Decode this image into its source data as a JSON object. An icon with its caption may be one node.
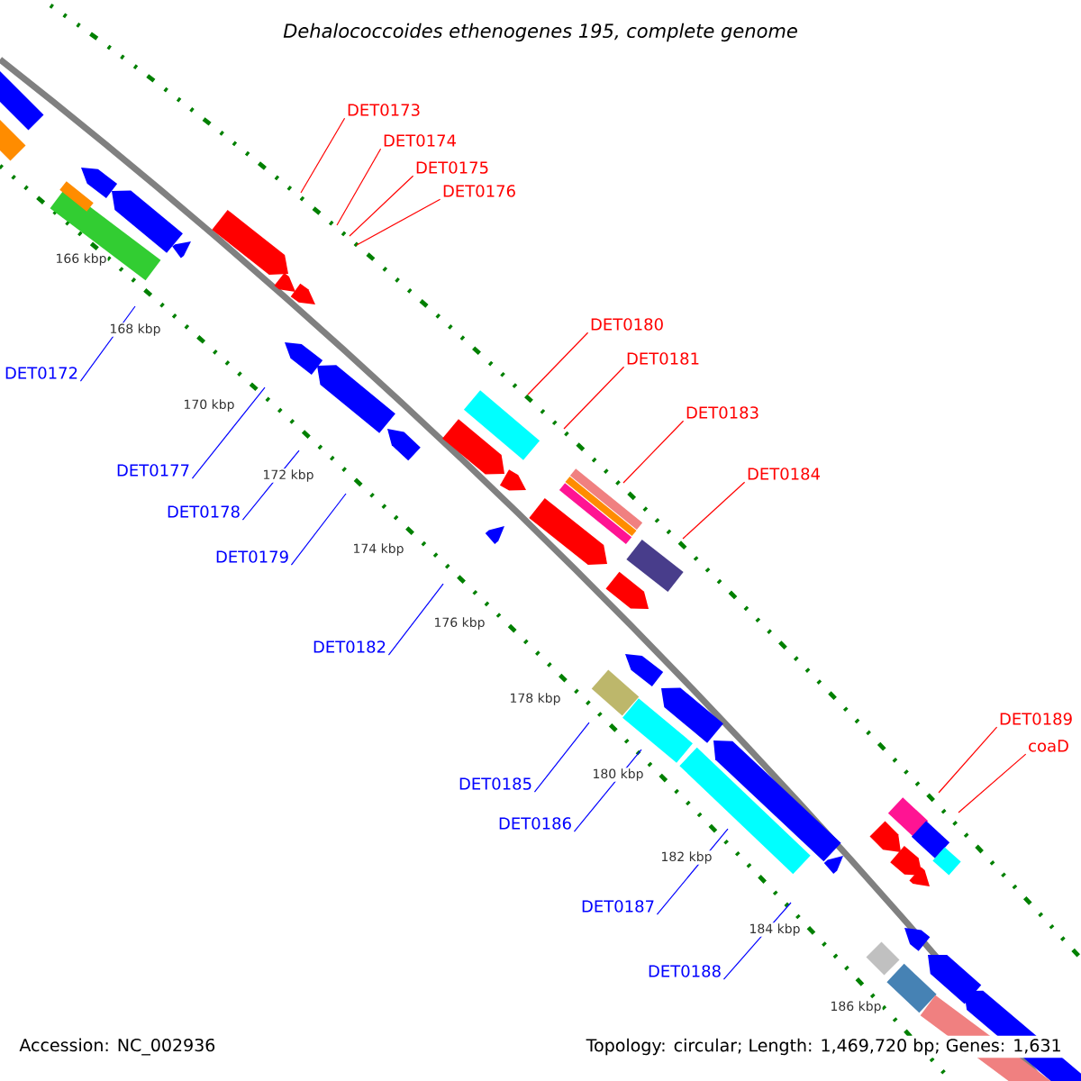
{
  "diagram": {
    "title": "Dehalococcoides ethenogenes 195, complete genome",
    "nodes": [
      {
        "text": [
          "DET0173"
        ]
      },
      {
        "text": [
          "DET0174"
        ]
      },
      {
        "text": [
          "DET0175"
        ]
      },
      {
        "text": [
          "DET0176"
        ]
      },
      {
        "text": [
          "DET0180"
        ]
      },
      {
        "text": [
          "DET0181"
        ]
      },
      {
        "text": [
          "DET0172"
        ]
      },
      {
        "text": [
          "DET0183"
        ]
      },
      {
        "text": [
          "DET0177"
        ]
      },
      {
        "text": [
          "DET0184"
        ]
      },
      {
        "text": [
          "DET0178"
        ]
      },
      {
        "text": [
          "DET0179"
        ]
      },
      {
        "text": [
          "DET0182"
        ]
      },
      {
        "text": [
          "DET0189"
        ]
      },
      {
        "text": [
          "coaD"
        ]
      },
      {
        "text": [
          "DET0185"
        ]
      },
      {
        "text": [
          "DET0186"
        ]
      },
      {
        "text": [
          "DET0187"
        ]
      },
      {
        "text": [
          "DET0188"
        ]
      }
    ],
    "edges": [
      {
        "from": 0,
        "to": null,
        "arrow": "none"
      },
      {
        "from": 1,
        "to": null,
        "arrow": "none"
      },
      {
        "from": 2,
        "to": null,
        "arrow": "none"
      },
      {
        "from": 3,
        "to": null,
        "arrow": "none"
      },
      {
        "from": 4,
        "to": null,
        "arrow": "none"
      },
      {
        "from": 5,
        "to": null,
        "arrow": "none"
      },
      {
        "from": 6,
        "to": null,
        "arrow": "none",
        "color": "#0000ff"
      },
      {
        "from": 7,
        "to": null,
        "arrow": "none"
      },
      {
        "from": 8,
        "to": null,
        "arrow": "none",
        "color": "#0000ff"
      },
      {
        "from": 9,
        "to": null,
        "arrow": "none"
      },
      {
        "from": 10,
        "to": null,
        "arrow": "none",
        "color": "#0000ff"
      },
      {
        "from": 11,
        "to": null,
        "arrow": "none",
        "color": "#0000ff"
      },
      {
        "from": 12,
        "to": null,
        "arrow": "none",
        "color": "#0000ff"
      },
      {
        "from": 13,
        "to": null,
        "arrow": "none"
      },
      {
        "from": 14,
        "to": null,
        "arrow": "none"
      },
      {
        "from": 15,
        "to": null,
        "arrow": "none",
        "color": "#0000ff"
      },
      {
        "from": 16,
        "to": null,
        "arrow": "none",
        "color": "#0000ff"
      },
      {
        "from": 17,
        "to": null,
        "arrow": "none",
        "color": "#0000ff"
      },
      {
        "from": 18,
        "to": null,
        "arrow": "none",
        "color": "#0000ff"
      }
    ],
    "labels": [
      "166 kbp",
      "168 kbp",
      "170 kbp",
      "172 kbp",
      "174 kbp",
      "176 kbp",
      "178 kbp",
      "180 kbp",
      "182 kbp",
      "184 kbp",
      "186 kbp",
      "Accession: NC_002936",
      "Topology: circular; Length: 1,469,720 bp; Genes: 1,631"
    ]
  }
}
